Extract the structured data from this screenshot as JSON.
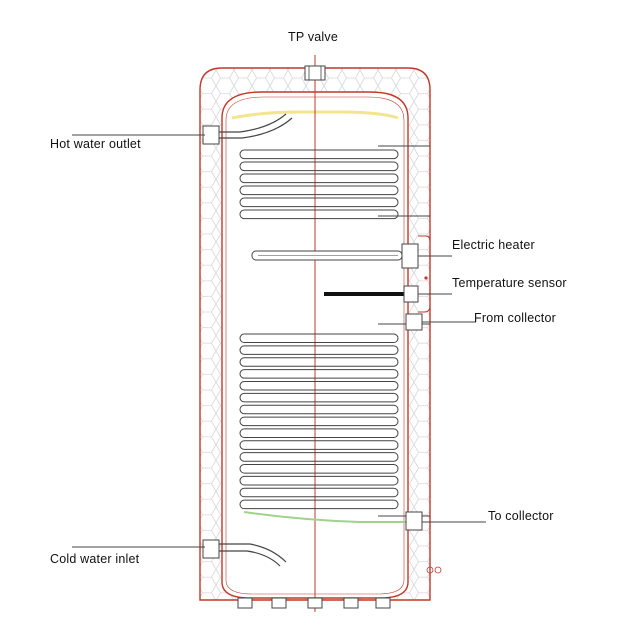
{
  "labels": {
    "tp_valve": "TP valve",
    "hot_water_outlet": "Hot water outlet",
    "electric_heater": "Electric heater",
    "temperature_sensor": "Temperature sensor",
    "from_collector": "From collector",
    "to_collector": "To collector",
    "cold_water_inlet": "Cold water inlet"
  },
  "colors": {
    "outline": "#c0392b",
    "pipe": "#444444",
    "insulation": "#d5d8dc",
    "hot_band": "#f2e58c",
    "cold_pipe": "#9fd28a",
    "sensor": "#111111",
    "leader": "#444444"
  },
  "upper_coil_turns": 6,
  "lower_coil_turns": 15
}
